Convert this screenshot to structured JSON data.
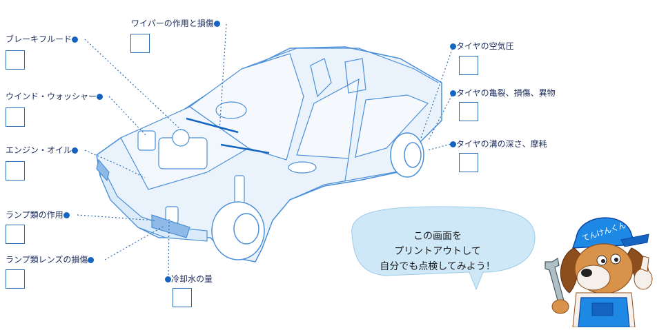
{
  "labels": {
    "brake_fluid": "ブレーキフルード",
    "washer": "ウインド・ウォッシャー",
    "engine_oil": "エンジン・オイル",
    "lamp_function": "ランプ類の作用",
    "lamp_lens": "ランプ類レンズの損傷",
    "wiper": "ワイパーの作用と損傷",
    "coolant": "冷却水の量",
    "tire_pressure": "タイヤの空気圧",
    "tire_damage": "タイヤの亀裂、損傷、異物",
    "tire_tread": "タイヤの溝の深さ、摩耗"
  },
  "message": {
    "line1": "この画面を",
    "line2": "プリントアウトして",
    "line3": "自分でも点検してみよう！"
  },
  "mascot": {
    "cap_text": "てんけんくん"
  },
  "colors": {
    "accent": "#1565c0",
    "line": "#3b7fd0",
    "car_stroke": "#4a8fd8",
    "car_fill": "#eaf3fc",
    "bubble": "#cfe8f8"
  }
}
